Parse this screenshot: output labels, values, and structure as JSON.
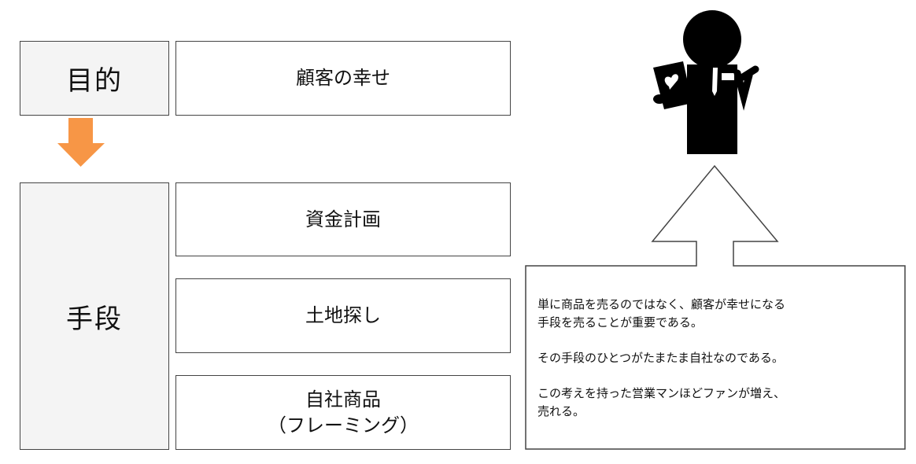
{
  "purpose": {
    "label": "目的",
    "value": "顧客の幸せ"
  },
  "means": {
    "label": "手段",
    "items": [
      {
        "text": "資金計画"
      },
      {
        "text": "土地探し"
      },
      {
        "text": "自社商品\n（フレーミング）"
      }
    ]
  },
  "note": {
    "paragraphs": [
      "単に商品を売るのではなく、顧客が幸せになる\n手段を売ることが重要である。",
      "その手段のひとつがたまたま自社なのである。",
      "この考えを持った営業マンほどファンが増え、\n売れる。"
    ]
  },
  "colors": {
    "arrow": "#f79646",
    "box_fill": "#f4f4f4",
    "border": "#444444"
  }
}
